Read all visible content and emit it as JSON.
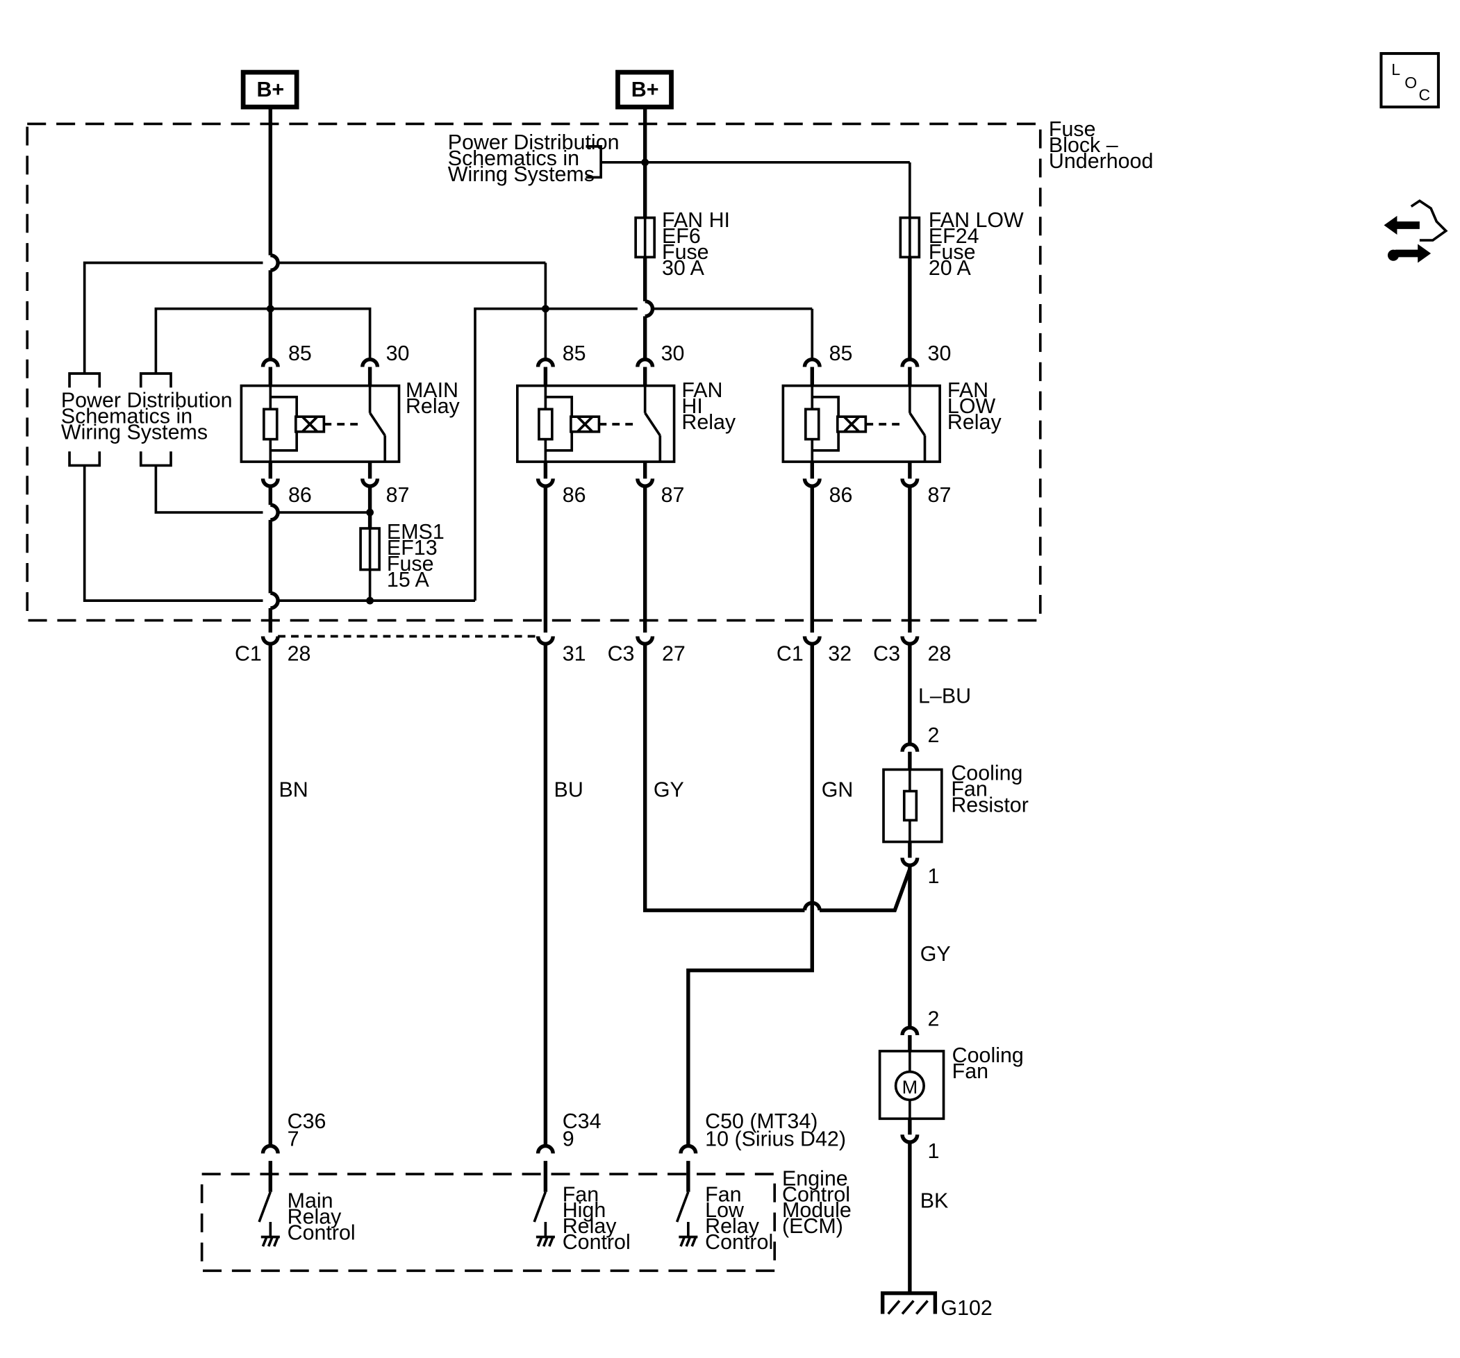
{
  "power_sources": [
    {
      "id": "bplus-left",
      "label": "B+"
    },
    {
      "id": "bplus-right",
      "label": "B+"
    }
  ],
  "fuse_block": {
    "label_lines": [
      "Fuse",
      "Block –",
      "Underhood"
    ]
  },
  "power_distribution_refs": {
    "top": [
      "Power Distribution",
      "Schematics in",
      "Wiring Systems"
    ],
    "left": [
      "Power Distribution",
      "Schematics in",
      "Wiring Systems"
    ]
  },
  "fuses": [
    {
      "id": "fan-hi-fuse",
      "lines": [
        "FAN HI",
        "EF6",
        "Fuse",
        "30 A"
      ]
    },
    {
      "id": "fan-low-fuse",
      "lines": [
        "FAN LOW",
        "EF24",
        "Fuse",
        "20 A"
      ]
    },
    {
      "id": "ems1-fuse",
      "lines": [
        "EMS1",
        "EF13",
        "Fuse",
        "15 A"
      ]
    }
  ],
  "relays": [
    {
      "id": "main-relay",
      "label_lines": [
        "MAIN",
        "Relay"
      ],
      "pins": {
        "p85": "85",
        "p30": "30",
        "p86": "86",
        "p87": "87"
      }
    },
    {
      "id": "fan-hi-relay",
      "label_lines": [
        "FAN",
        "HI",
        "Relay"
      ],
      "pins": {
        "p85": "85",
        "p30": "30",
        "p86": "86",
        "p87": "87"
      }
    },
    {
      "id": "fan-low-relay",
      "label_lines": [
        "FAN",
        "LOW",
        "Relay"
      ],
      "pins": {
        "p85": "85",
        "p30": "30",
        "p86": "86",
        "p87": "87"
      }
    }
  ],
  "connectors": [
    {
      "id": "c1-28",
      "connector": "C1",
      "pin": "28"
    },
    {
      "id": "pin-31",
      "pin": "31"
    },
    {
      "id": "c3-27",
      "connector": "C3",
      "pin": "27"
    },
    {
      "id": "c1-32",
      "connector": "C1",
      "pin": "32"
    },
    {
      "id": "c3-28",
      "connector": "C3",
      "pin": "28"
    }
  ],
  "wire_colors": {
    "bn": "BN",
    "bu": "BU",
    "gy_left": "GY",
    "gn": "GN",
    "lbu": "L–BU",
    "gy_right": "GY",
    "bk": "BK"
  },
  "resistor": {
    "label_lines": [
      "Cooling",
      "Fan",
      "Resistor"
    ],
    "pin_top": "2",
    "pin_bottom": "1"
  },
  "fan": {
    "label_lines": [
      "Cooling",
      "Fan"
    ],
    "symbol": "M",
    "pin_top": "2",
    "pin_bottom": "1"
  },
  "ground": {
    "label": "G102"
  },
  "ecm_connectors": [
    {
      "id": "c36",
      "lines": [
        "C36",
        "7"
      ]
    },
    {
      "id": "c34",
      "lines": [
        "C34",
        "9"
      ]
    },
    {
      "id": "c50",
      "lines": [
        "C50 (MT34)",
        "10 (Sirius D42)"
      ]
    }
  ],
  "ecm": {
    "label_lines": [
      "Engine",
      "Control",
      "Module",
      "(ECM)"
    ],
    "switches": [
      {
        "id": "main-relay-control",
        "lines": [
          "Main",
          "Relay",
          "Control"
        ]
      },
      {
        "id": "fan-high-relay-control",
        "lines": [
          "Fan",
          "High",
          "Relay",
          "Control"
        ]
      },
      {
        "id": "fan-low-relay-control",
        "lines": [
          "Fan",
          "Low",
          "Relay",
          "Control"
        ]
      }
    ]
  },
  "loc_icon": {
    "letters": [
      "L",
      "O",
      "C"
    ]
  },
  "icons": [
    "loc-icon",
    "navigation-arrows-icon"
  ]
}
